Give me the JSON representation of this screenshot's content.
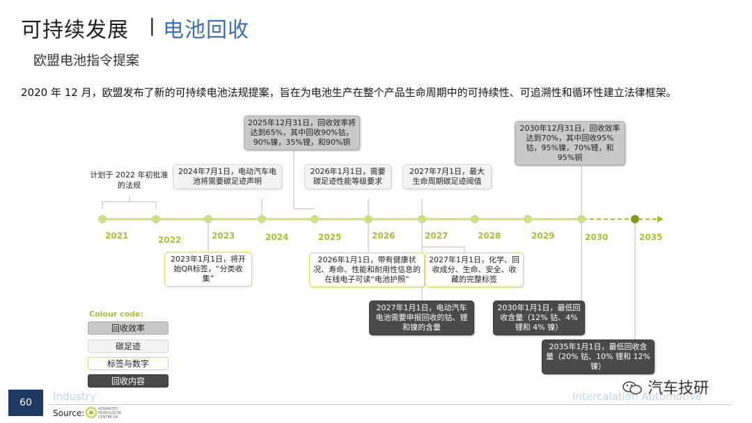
{
  "header": {
    "title": "可持续发展",
    "separator": "|",
    "topic": "电池回收",
    "subtitle": "欧盟电池指令提案"
  },
  "intro": "2020 年 12 月，欧盟发布了新的可持续电池法规提案，旨在为电池生产在整个产品生命周期中的可持续性、可追溯性和循环性建立法律框架。",
  "timeline": {
    "years": [
      "2021",
      "2022",
      "2023",
      "2024",
      "2025",
      "2026",
      "2027",
      "2028",
      "2029",
      "2030",
      "2035"
    ],
    "note_2021": "计划于 2022 年初批准的法规"
  },
  "events": {
    "e2023_label": "2023年1月1日，将开始QR标签，“分类收集”",
    "e2024_carbon": "2024年7月1日，电动汽车电池将需要碳足迹声明",
    "e2025_recovery": "2025年12月31日，回收效率将达到65%，其中回收90%钴，90%镍，35%锂，和90%铜",
    "e2026_carbon": "2026年1月1日，需要碳足迹性能等级要求",
    "e2026_label": "2026年1月1日，带有健康状况、寿命、性能和耐用性信息的在线电子可读“电池护照”",
    "e2027_carbon": "2027年7月1日，最大生命周期碳足迹阈值",
    "e2027_label": "2027年1月1日，化学、回收成分、生命、安全、收藏的完整标签",
    "e2027_content": "2027年1月1日，电动汽车电池需要申报回收的钴、锂和镍的含量",
    "e2030_recovery": "2030年12月31日，回收效率达到70%，其中回收95%钴，95%镍，70%锂，和95%铜",
    "e2030_content": "2030年1月1日，最低回收含量（12% 钴、4% 锂和 4% 镍）",
    "e2035_content": "2035年1月1日，最低回收含量（20% 钴、10% 锂和 12% 镍）"
  },
  "legend": {
    "title": "Colour code:",
    "items": [
      "回收效率",
      "碳足迹",
      "标签与数字",
      "回收内容"
    ]
  },
  "colors": {
    "timeline_green": "#cfdc8a",
    "year_green": "#a9bd3a",
    "recovery_gray": "#c9c9c9",
    "carbon_light": "#f3f3f3",
    "label_border": "#c9dc6c",
    "content_dark": "#4a4a4a",
    "page_num_bg": "#1f3864"
  },
  "footer": {
    "page_number": "60",
    "industry": "Industry",
    "right_text": "Intercalation Automotive",
    "source_label": "Source:",
    "logo_text": "ADVANCED PROPULSION CENTRE UK",
    "watermark": "汽车技研"
  }
}
